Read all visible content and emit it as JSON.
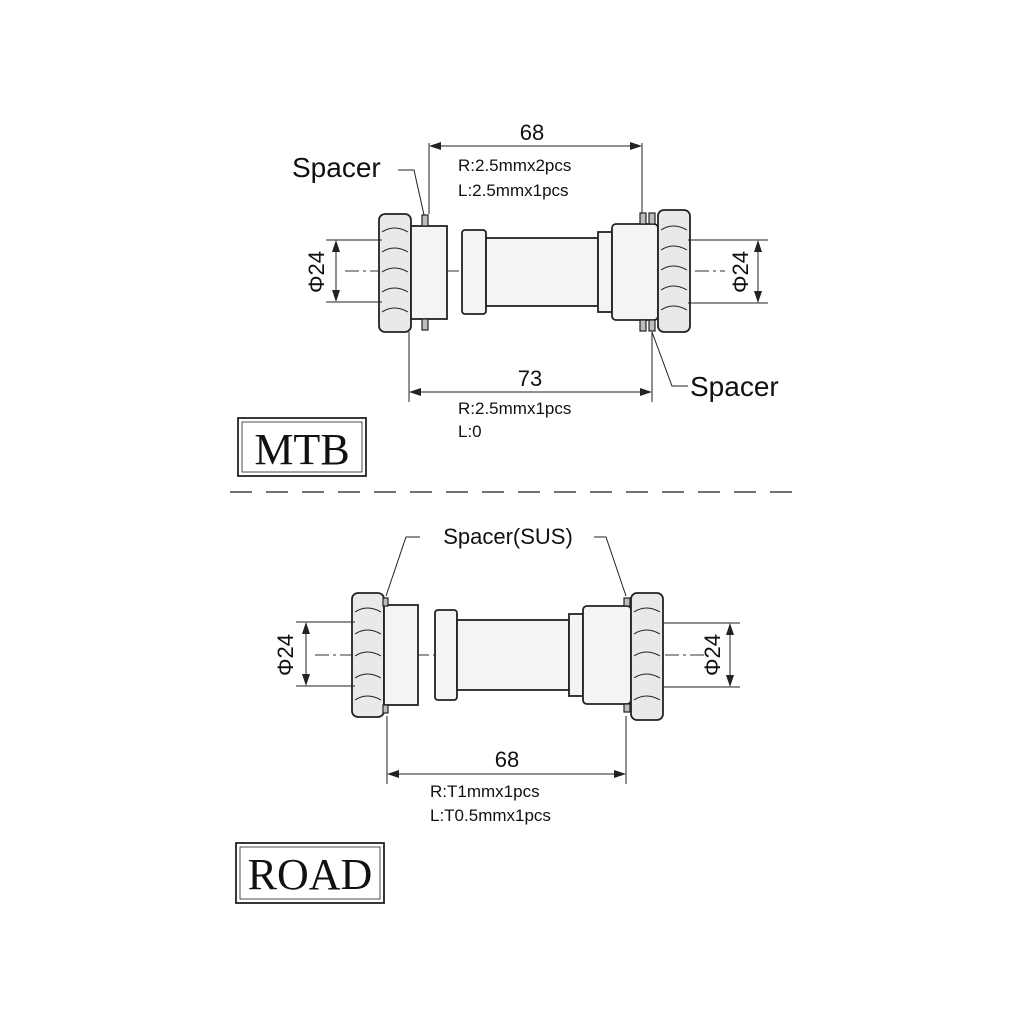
{
  "mtb": {
    "title": "MTB",
    "spacer_left_label": "Spacer",
    "spacer_right_label": "Spacer",
    "dim_top": "68",
    "dim_top_note_1": "R:2.5mmx2pcs",
    "dim_top_note_2": "L:2.5mmx1pcs",
    "dim_bottom": "73",
    "dim_bottom_note_1": "R:2.5mmx1pcs",
    "dim_bottom_note_2": "L:0",
    "dia_left": "Φ24",
    "dia_right": "Φ24"
  },
  "road": {
    "title": "ROAD",
    "spacer_label": "Spacer(SUS)",
    "dim": "68",
    "dim_note_1": "R:T1mmx1pcs",
    "dim_note_2": "L:T0.5mmx1pcs",
    "dia_left": "Φ24",
    "dia_right": "Φ24"
  }
}
